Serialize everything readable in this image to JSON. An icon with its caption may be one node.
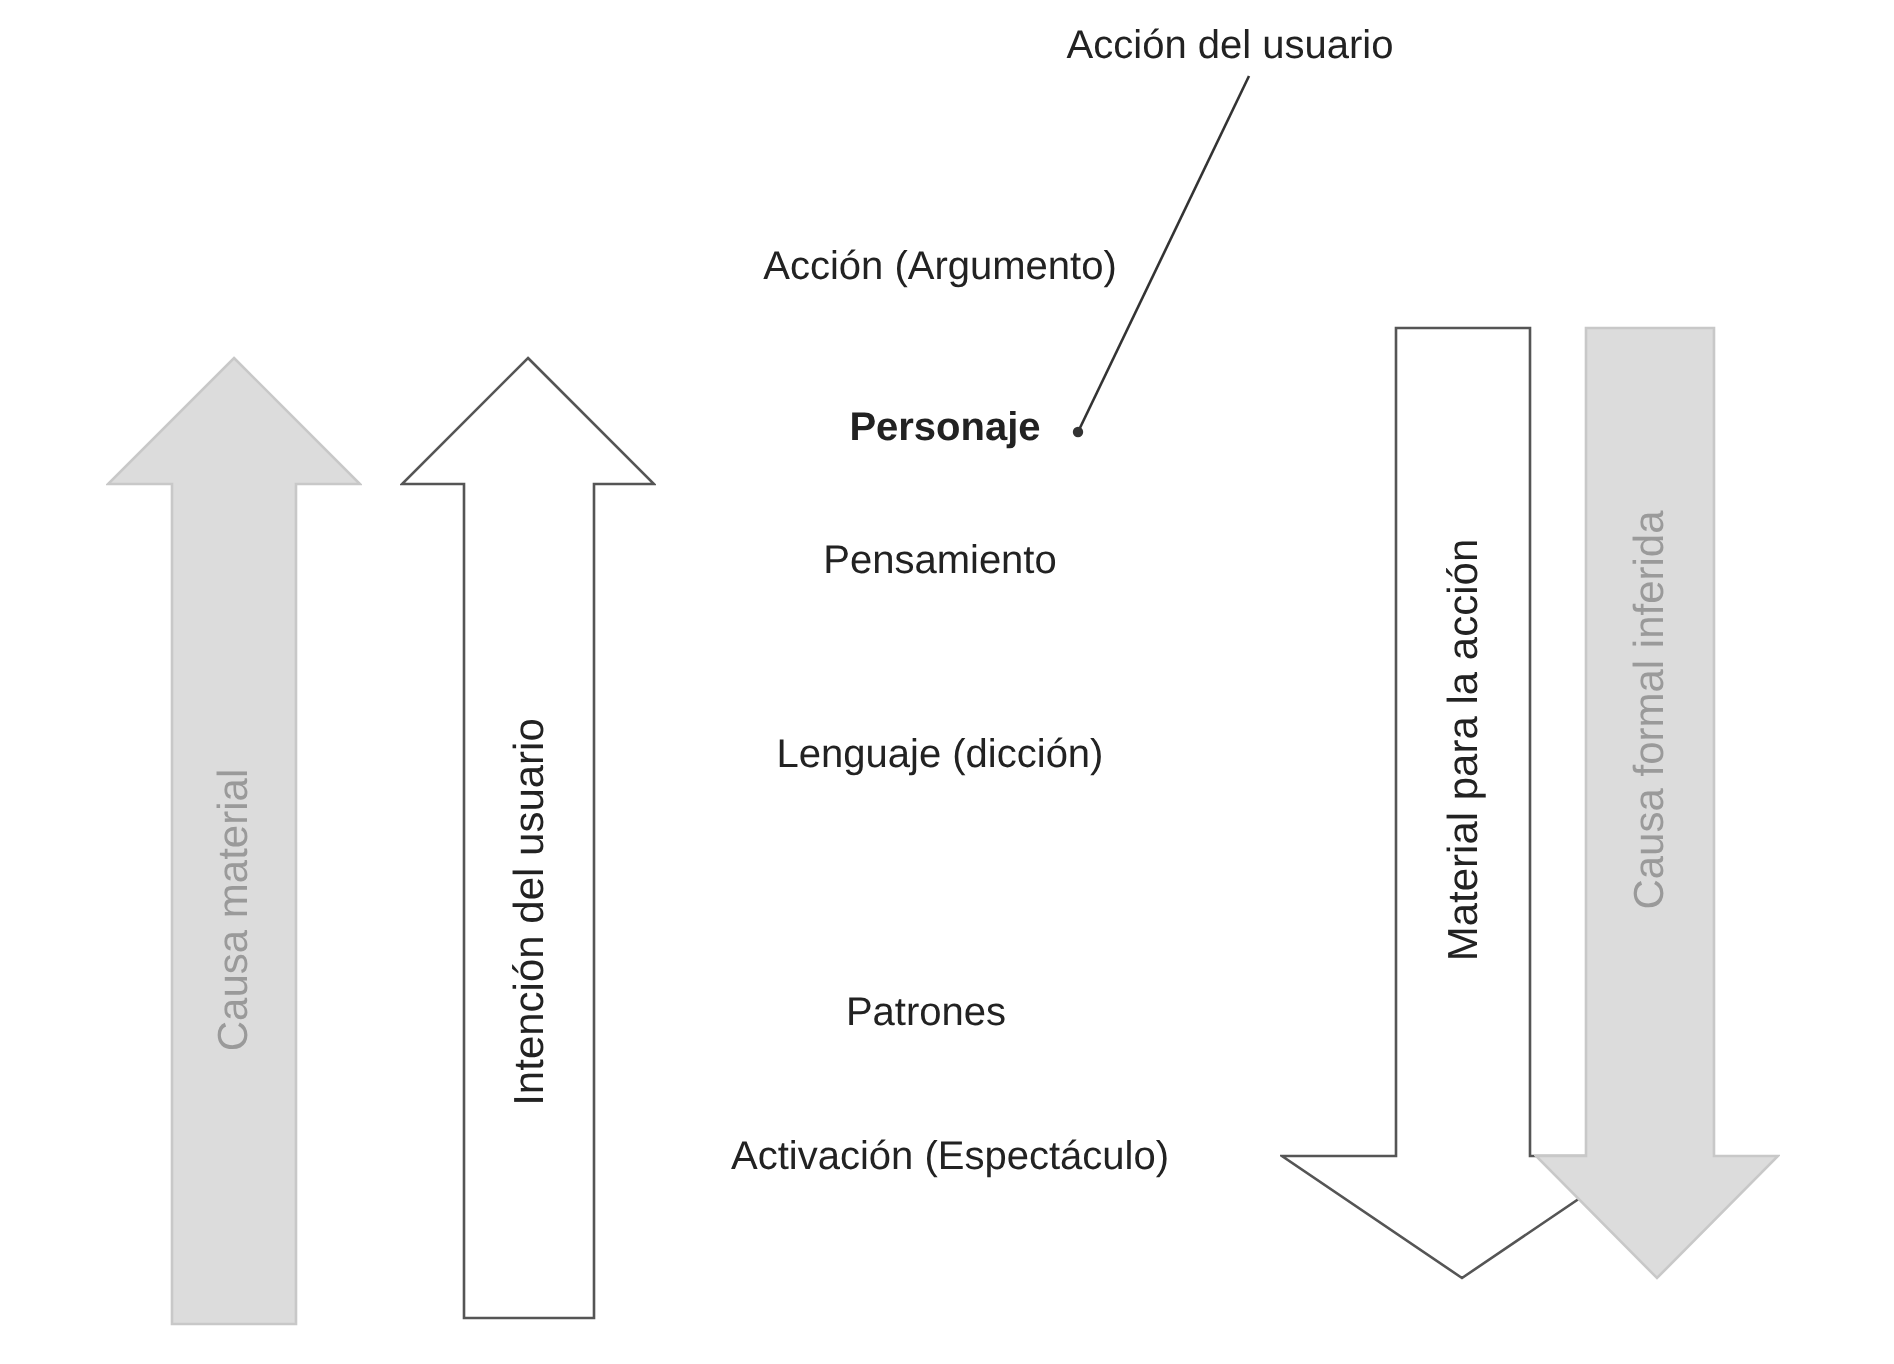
{
  "diagram": {
    "nodes": [
      {
        "text": [
          "Acción del usuario"
        ]
      },
      {
        "text": [
          "Personaje"
        ]
      },
      {
        "text": [
          "Causa material"
        ]
      },
      {
        "text": [
          "Intención del usuario"
        ]
      },
      {
        "text": [
          "Material para la acción"
        ]
      },
      {
        "text": [
          "Causa formal inferida"
        ]
      }
    ],
    "edges": [
      {
        "from": 0,
        "to": 1,
        "arrow": "other"
      }
    ],
    "labels": [
      "Acción (Argumento)",
      "Pensamiento",
      "Lenguaje (dicción)",
      "Patrones",
      "Activación (Espectáculo)"
    ]
  }
}
